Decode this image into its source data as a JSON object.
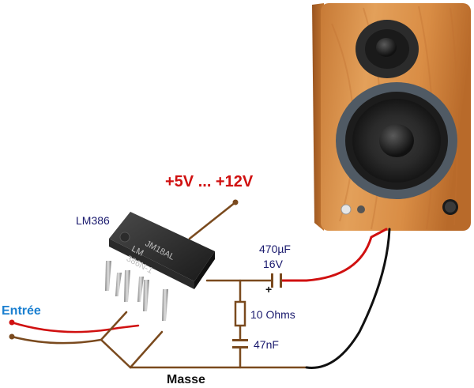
{
  "labels": {
    "power": "+5V ... +12V",
    "chip_name": "LM386",
    "input": "Entrée",
    "ground": "Masse",
    "capacitor_big": "470µF",
    "capacitor_voltage": "16V",
    "resistor": "10 Ohms",
    "capacitor_small": "47nF",
    "plus_sign": "+"
  },
  "chip_markings": {
    "line1": "JM18AL",
    "line2": "LM",
    "line3": "386N-1"
  },
  "colors": {
    "wire_brown": "#7a4a1e",
    "wire_red": "#d01010",
    "wire_black": "#111111",
    "power_text": "#d01010",
    "input_text": "#1a7fd0",
    "chip_label_text": "#1a1a6e",
    "speaker_wood": "#d9914a"
  }
}
